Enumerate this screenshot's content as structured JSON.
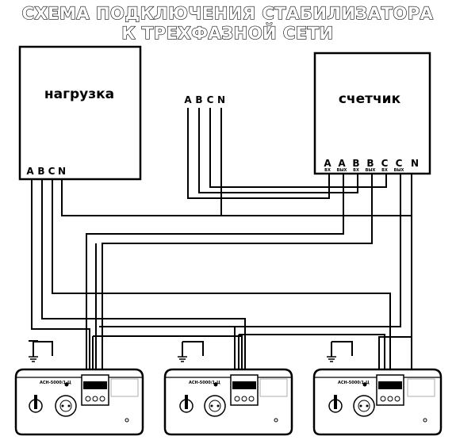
{
  "title": {
    "line1": "СХЕМА ПОДКЛЮЧЕНИЯ СТАБИЛИЗАТОРА",
    "line2": "К ТРЕХФАЗНОЙ СЕТИ"
  },
  "load": {
    "label": "нагрузка",
    "terminals": [
      "A",
      "B",
      "C",
      "N"
    ]
  },
  "supply": {
    "terminals": [
      "A",
      "B",
      "C",
      "N"
    ]
  },
  "meter": {
    "label": "счетчик",
    "terminals": [
      {
        "phase": "A",
        "tag": "ВХ"
      },
      {
        "phase": "A",
        "tag": "ВЫХ"
      },
      {
        "phase": "B",
        "tag": "ВХ"
      },
      {
        "phase": "B",
        "tag": "ВЫХ"
      },
      {
        "phase": "C",
        "tag": "ВХ"
      },
      {
        "phase": "C",
        "tag": "ВЫХ"
      },
      {
        "phase": "N",
        "tag": ""
      }
    ]
  },
  "stabilizers": [
    {
      "model": "АСН-5000/1-Ц"
    },
    {
      "model": "АСН-5000/1-Ц"
    },
    {
      "model": "АСН-5000/1-Ц"
    }
  ],
  "colors": {
    "line": "#000000",
    "background": "#ffffff",
    "title_fill": "#ffffff"
  }
}
